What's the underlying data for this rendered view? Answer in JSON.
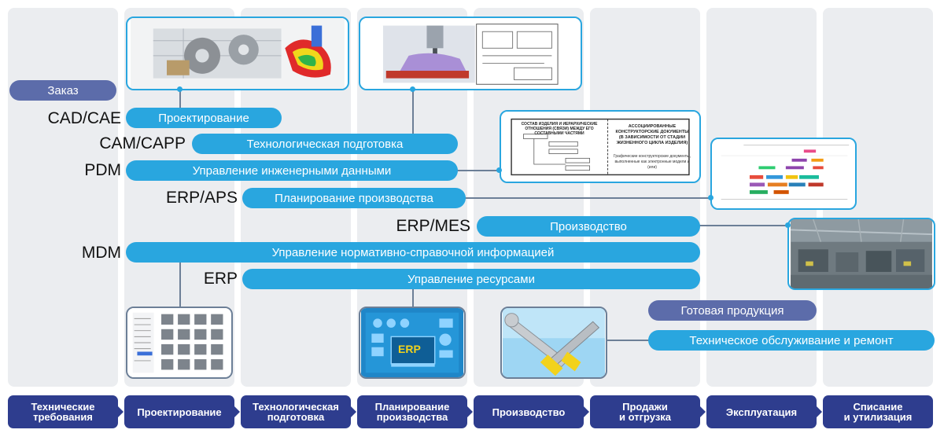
{
  "stages": [
    {
      "label": "Технические\nтребования"
    },
    {
      "label": "Проектирование"
    },
    {
      "label": "Технологическая\nподготовка"
    },
    {
      "label": "Планирование\nпроизводства"
    },
    {
      "label": "Производство"
    },
    {
      "label": "Продажи\nи отгрузка"
    },
    {
      "label": "Эксплуатация"
    },
    {
      "label": "Списание\nи утилизация"
    }
  ],
  "order_bar": "Заказ",
  "systems": [
    {
      "label": "CAD/CAE",
      "bar": "Проектирование"
    },
    {
      "label": "CAM/CAPP",
      "bar": "Технологическая подготовка"
    },
    {
      "label": "PDM",
      "bar": "Управление инженерными данными"
    },
    {
      "label": "ERP/APS",
      "bar": "Планирование производства"
    },
    {
      "label": "ERP/MES",
      "bar": "Производство"
    },
    {
      "label": "MDM",
      "bar": "Управление нормативно-справочной информацией"
    },
    {
      "label": "ERP",
      "bar": "Управление ресурсами"
    }
  ],
  "finished_goods_bar": "Готовая продукция",
  "maintenance_bar": "Техническое обслуживание и ремонт",
  "pdm_document": {
    "left_title": "СОСТАВ ИЗДЕЛИЯ И ИЕРАРХИЧЕСКИЕ ОТНОШЕНИЯ (СВЯЗИ) МЕЖДУ ЕГО СОСТАВНЫМИ ЧАСТЯМИ",
    "right_title": "АССОЦИИРОВАННЫЕ КОНСТРУКТОРСКИЕ ДОКУМЕНТЫ (В ЗАВИСИМОСТИ ОТ СТАДИИ ЖИЗНЕННОГО ЦИКЛА ИЗДЕЛИЯ)",
    "right_text": "Графические конструкторские документы, выполненные как электронные модели и (или)"
  },
  "erp_illustration": "ERP",
  "colors": {
    "stage": "#2e3d8e",
    "bar": "#29a6df",
    "bar_dark": "#5c6caa",
    "column": "#ebedf0",
    "connector": "#6c7f97"
  },
  "icons": [
    "cad-gears-image",
    "cam-machining-image",
    "pdm-structure-image",
    "gantt-schedule-image",
    "factory-floor-image",
    "parts-catalog-image",
    "erp-dashboard-image",
    "wrench-maintenance-image"
  ]
}
